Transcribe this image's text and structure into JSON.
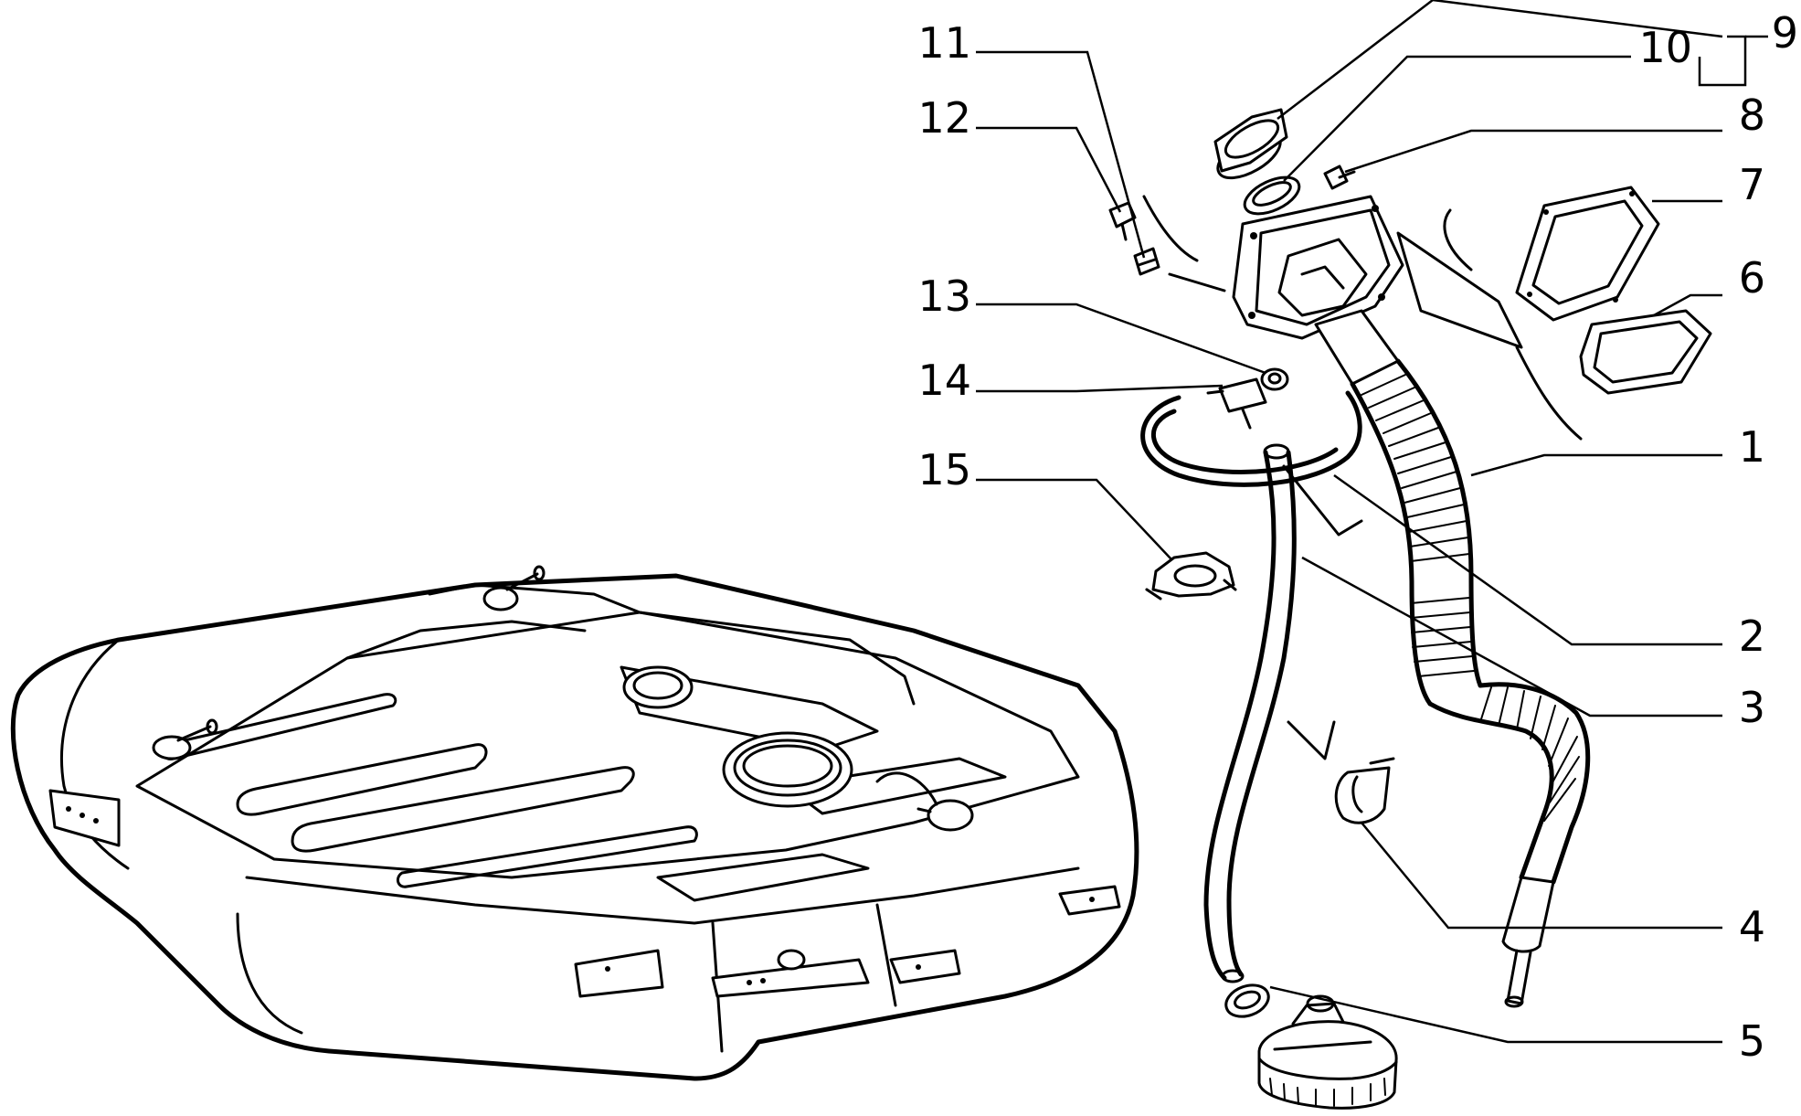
{
  "diagram": {
    "callouts": [
      {
        "id": "1",
        "label": "1"
      },
      {
        "id": "2",
        "label": "2"
      },
      {
        "id": "3",
        "label": "3"
      },
      {
        "id": "4",
        "label": "4"
      },
      {
        "id": "5",
        "label": "5"
      },
      {
        "id": "6",
        "label": "6"
      },
      {
        "id": "7",
        "label": "7"
      },
      {
        "id": "8",
        "label": "8"
      },
      {
        "id": "9",
        "label": "9"
      },
      {
        "id": "10",
        "label": "10"
      },
      {
        "id": "11",
        "label": "11"
      },
      {
        "id": "12",
        "label": "12"
      },
      {
        "id": "13",
        "label": "13"
      },
      {
        "id": "14",
        "label": "14"
      },
      {
        "id": "15",
        "label": "15"
      }
    ],
    "colors": {
      "ink": "#000000",
      "paper": "#ffffff"
    }
  }
}
